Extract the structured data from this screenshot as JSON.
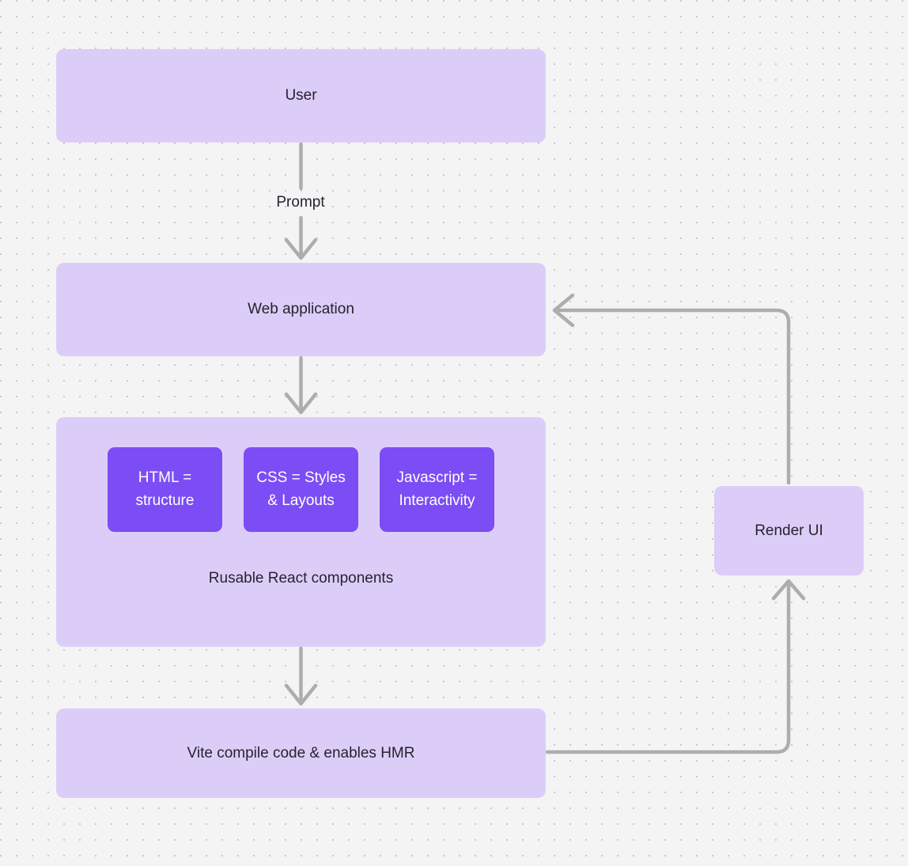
{
  "canvas": {
    "background_color": "#f4f4f4",
    "dot_color": "#c9c9c9",
    "node_fill": "#dccdf8",
    "sub_node_fill": "#7c4df4",
    "edge_color": "#adadad",
    "text_color": "#26232e"
  },
  "nodes": {
    "user": {
      "label": "User"
    },
    "webapp": {
      "label": "Web application"
    },
    "components": {
      "caption": "Rusable React components",
      "items": [
        {
          "label": "HTML =\nstructure"
        },
        {
          "label": "CSS = Styles\n& Layouts"
        },
        {
          "label": "Javascript =\nInteractivity"
        }
      ]
    },
    "vite": {
      "label": "Vite compile code & enables HMR"
    },
    "render": {
      "label": "Render UI"
    }
  },
  "edges": [
    {
      "id": "user-to-webapp",
      "label": "Prompt",
      "from": "user",
      "to": "webapp"
    },
    {
      "id": "webapp-to-components",
      "label": "",
      "from": "webapp",
      "to": "components"
    },
    {
      "id": "components-to-vite",
      "label": "",
      "from": "components",
      "to": "vite"
    },
    {
      "id": "vite-to-render",
      "label": "",
      "from": "vite",
      "to": "render"
    },
    {
      "id": "render-to-webapp",
      "label": "",
      "from": "render",
      "to": "webapp"
    }
  ]
}
